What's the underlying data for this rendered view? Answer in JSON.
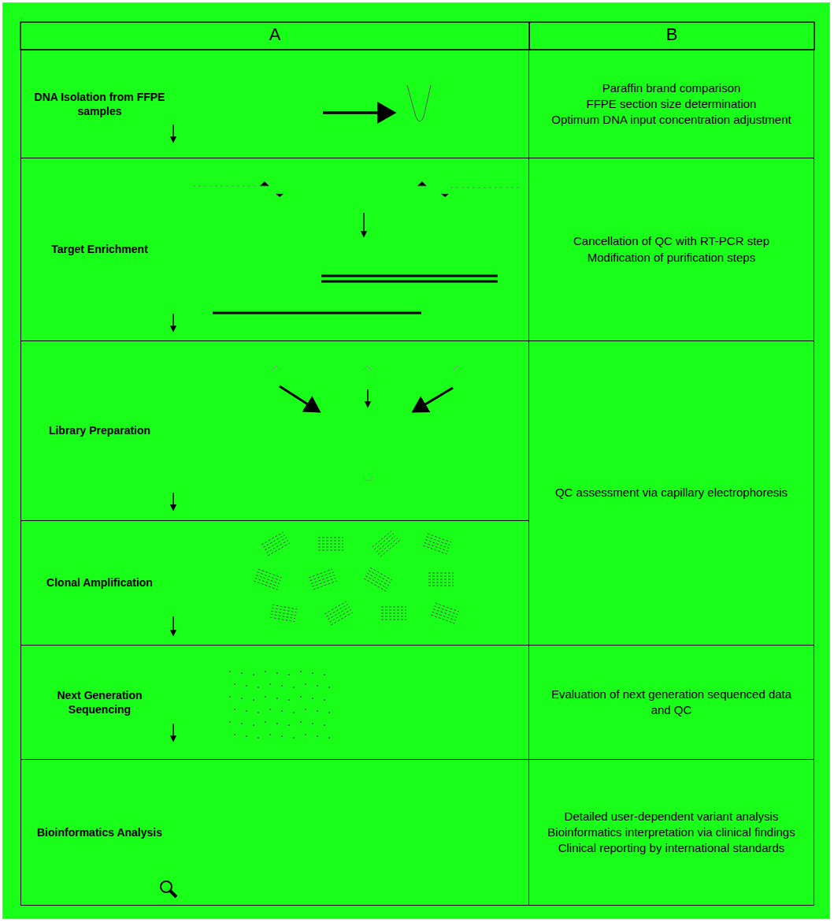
{
  "diagram": {
    "nodes": [
      {
        "text": [
          "DNA Isolation from FFPE samples"
        ]
      },
      {
        "text": [
          "Paraffin brand comparison",
          "FFPE section size determination",
          "Optimum DNA input concentration adjustment"
        ]
      },
      {
        "text": [
          "Target Enrichment"
        ]
      },
      {
        "text": [
          "Cancellation of QC with RT-PCR step",
          "Modification of purification steps"
        ]
      },
      {
        "text": [
          "Library Preparation"
        ]
      },
      {
        "text": [
          "QC assessment via capillary electrophoresis"
        ]
      },
      {
        "text": [
          "Clonal Amplification"
        ]
      },
      {
        "text": [
          "Next Generation Sequencing"
        ]
      },
      {
        "text": [
          "Evaluation of next generation sequenced data and QC"
        ]
      },
      {
        "text": [
          "Bioinformatics Analysis"
        ]
      },
      {
        "text": [
          "Detailed user-dependent variant analysis Bioinformatics interpretation via clinical findings",
          "Clinical reporting by international standards"
        ]
      }
    ],
    "labels": [
      "A",
      "B"
    ]
  }
}
